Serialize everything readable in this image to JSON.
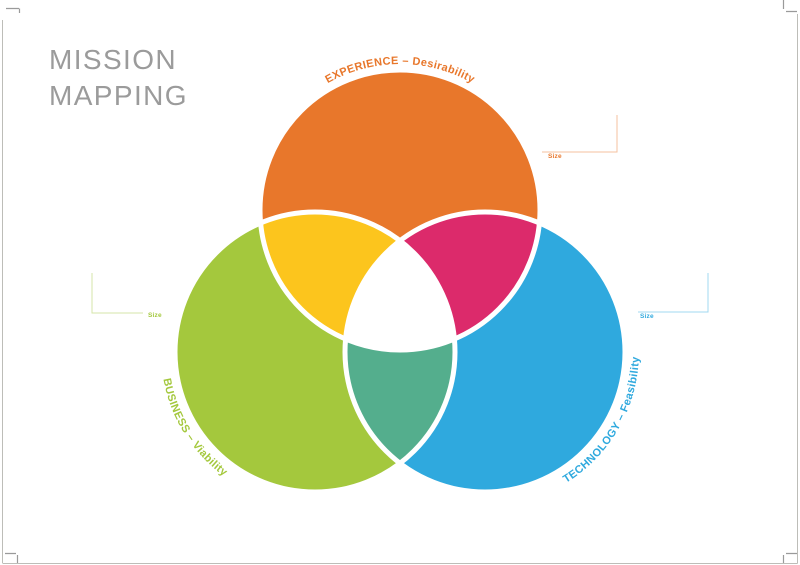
{
  "page": {
    "background": "#ffffff",
    "title": {
      "line1": "MISSION",
      "line2": "MAPPING",
      "color": "#9b9b9b"
    }
  },
  "venn": {
    "circles": [
      {
        "id": "experience",
        "label": "EXPERIENCE – Desirability",
        "color": "#E8772B",
        "size_label": "Size"
      },
      {
        "id": "business",
        "label": "BUSINESS – Viability",
        "color": "#A4C83D",
        "size_label": "Size"
      },
      {
        "id": "technology",
        "label": "TECHNOLOGY – Feasibility",
        "color": "#2FA9DE",
        "size_label": "Size"
      }
    ],
    "overlap_colors": {
      "experience_business": "#FCC51D",
      "experience_technology": "#DC2A6B",
      "business_technology": "#54AE8D",
      "center": "#FFFFFF"
    },
    "separator_color": "#FFFFFF"
  }
}
